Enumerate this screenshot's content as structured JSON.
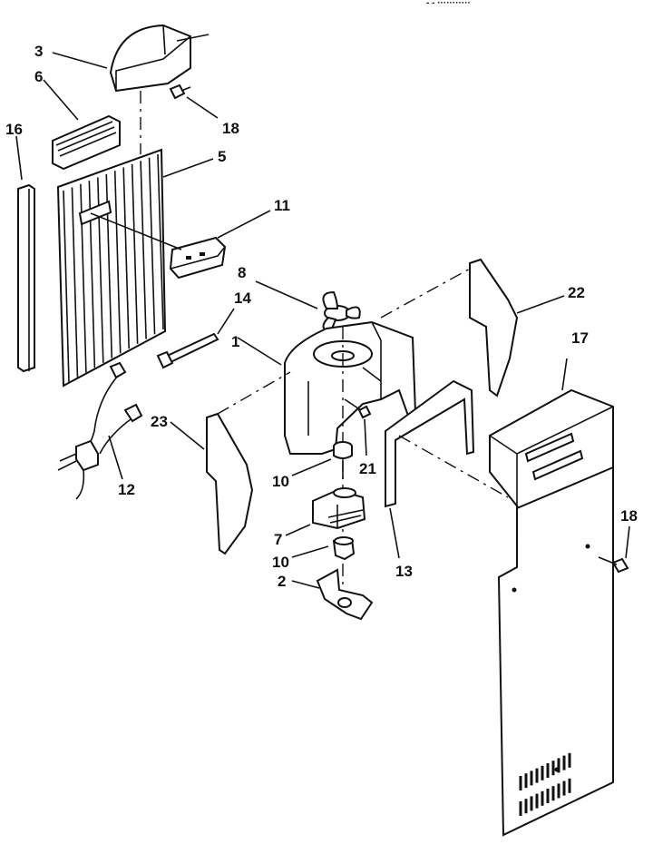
{
  "header": {
    "top_marks": "- - ···········"
  },
  "callouts": [
    {
      "id": "c3",
      "text": "3"
    },
    {
      "id": "c6",
      "text": "6"
    },
    {
      "id": "c18a",
      "text": "18"
    },
    {
      "id": "c16",
      "text": "16"
    },
    {
      "id": "c5",
      "text": "5"
    },
    {
      "id": "c11",
      "text": "11"
    },
    {
      "id": "c8",
      "text": "8"
    },
    {
      "id": "c14",
      "text": "14"
    },
    {
      "id": "c1",
      "text": "1"
    },
    {
      "id": "c22",
      "text": "22"
    },
    {
      "id": "c17",
      "text": "17"
    },
    {
      "id": "c23",
      "text": "23"
    },
    {
      "id": "c12",
      "text": "12"
    },
    {
      "id": "c10a",
      "text": "10"
    },
    {
      "id": "c21",
      "text": "21"
    },
    {
      "id": "c7",
      "text": "7"
    },
    {
      "id": "c10b",
      "text": "10"
    },
    {
      "id": "c13",
      "text": "13"
    },
    {
      "id": "c2",
      "text": "2"
    },
    {
      "id": "c18b",
      "text": "18"
    }
  ]
}
